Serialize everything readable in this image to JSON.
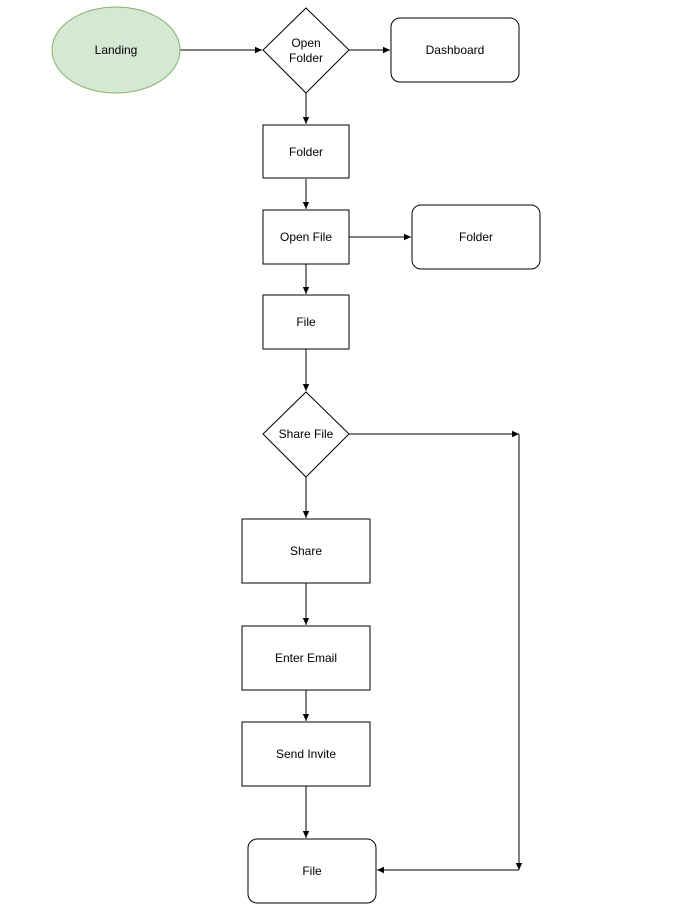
{
  "nodes": {
    "landing": "Landing",
    "open_folder_line1": "Open",
    "open_folder_line2": "Folder",
    "dashboard": "Dashboard",
    "folder": "Folder",
    "open_file": "Open File",
    "folder_side": "Folder",
    "file": "File",
    "share_file": "Share File",
    "share": "Share",
    "enter_email": "Enter Email",
    "send_invite": "Send Invite",
    "file_end": "File"
  },
  "colors": {
    "start_fill": "#d5e8d4",
    "start_stroke": "#82b366",
    "stroke": "#000000"
  }
}
